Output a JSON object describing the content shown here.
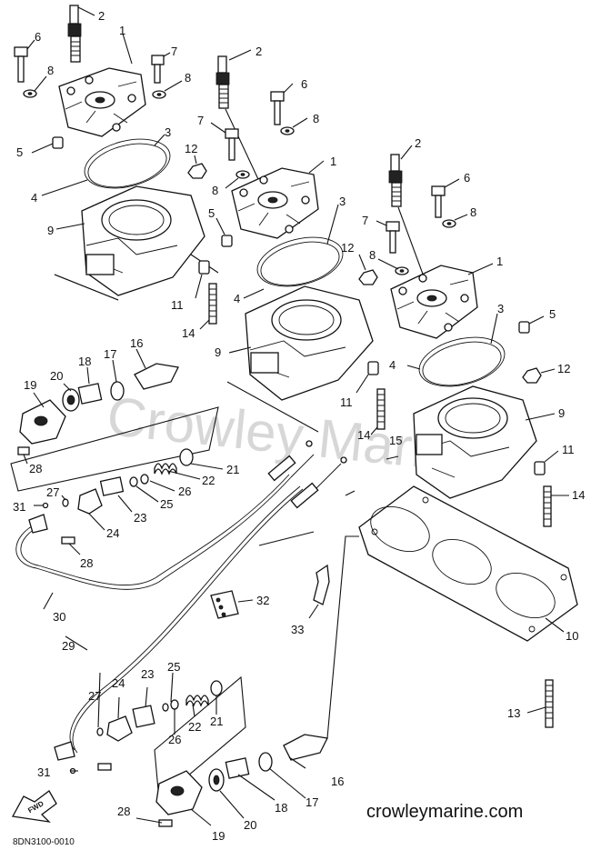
{
  "diagram": {
    "watermark": "Crowley Marine",
    "footer_brand": "crowleymarine.com",
    "diagram_code": "8DN3100-0010",
    "direction_arrow": "FWD",
    "icons": [
      "spark-plug-icon",
      "cylinder-head-icon",
      "cylinder-block-icon",
      "cable-icon",
      "gasket-icon",
      "stud-icon",
      "fwd-arrow-icon"
    ]
  },
  "callouts": [
    {
      "id": "c2a",
      "text": "2"
    },
    {
      "id": "c1a",
      "text": "1"
    },
    {
      "id": "c6a",
      "text": "6"
    },
    {
      "id": "c8a",
      "text": "8"
    },
    {
      "id": "c7a",
      "text": "7"
    },
    {
      "id": "c8b",
      "text": "8"
    },
    {
      "id": "c3a",
      "text": "3"
    },
    {
      "id": "c5a",
      "text": "5"
    },
    {
      "id": "c12a",
      "text": "12"
    },
    {
      "id": "c4a",
      "text": "4"
    },
    {
      "id": "c9a",
      "text": "9"
    },
    {
      "id": "c11a",
      "text": "11"
    },
    {
      "id": "c14a",
      "text": "14"
    },
    {
      "id": "c2b",
      "text": "2"
    },
    {
      "id": "c6b",
      "text": "6"
    },
    {
      "id": "c8c",
      "text": "8"
    },
    {
      "id": "c7b",
      "text": "7"
    },
    {
      "id": "c1b",
      "text": "1"
    },
    {
      "id": "c8d",
      "text": "8"
    },
    {
      "id": "c5b",
      "text": "5"
    },
    {
      "id": "c3b",
      "text": "3"
    },
    {
      "id": "c12b",
      "text": "12"
    },
    {
      "id": "c4b",
      "text": "4"
    },
    {
      "id": "c9b",
      "text": "9"
    },
    {
      "id": "c11b",
      "text": "11"
    },
    {
      "id": "c14b",
      "text": "14"
    },
    {
      "id": "c2c",
      "text": "2"
    },
    {
      "id": "c6c",
      "text": "6"
    },
    {
      "id": "c7c",
      "text": "7"
    },
    {
      "id": "c8e",
      "text": "8"
    },
    {
      "id": "c8f",
      "text": "8"
    },
    {
      "id": "c1c",
      "text": "1"
    },
    {
      "id": "c3c",
      "text": "3"
    },
    {
      "id": "c5c",
      "text": "5"
    },
    {
      "id": "c4c",
      "text": "4"
    },
    {
      "id": "c12c",
      "text": "12"
    },
    {
      "id": "c9c",
      "text": "9"
    },
    {
      "id": "c15",
      "text": "15"
    },
    {
      "id": "c11c",
      "text": "11"
    },
    {
      "id": "c14c",
      "text": "14"
    },
    {
      "id": "c10",
      "text": "10"
    },
    {
      "id": "c13",
      "text": "13"
    },
    {
      "id": "c19a",
      "text": "19"
    },
    {
      "id": "c20a",
      "text": "20"
    },
    {
      "id": "c18a",
      "text": "18"
    },
    {
      "id": "c17a",
      "text": "17"
    },
    {
      "id": "c16a",
      "text": "16"
    },
    {
      "id": "c28a",
      "text": "28"
    },
    {
      "id": "c21a",
      "text": "21"
    },
    {
      "id": "c22a",
      "text": "22"
    },
    {
      "id": "c26a",
      "text": "26"
    },
    {
      "id": "c27a",
      "text": "27"
    },
    {
      "id": "c25a",
      "text": "25"
    },
    {
      "id": "c23a",
      "text": "23"
    },
    {
      "id": "c31a",
      "text": "31"
    },
    {
      "id": "c24a",
      "text": "24"
    },
    {
      "id": "c28b",
      "text": "28"
    },
    {
      "id": "c30",
      "text": "30"
    },
    {
      "id": "c32",
      "text": "32"
    },
    {
      "id": "c33",
      "text": "33"
    },
    {
      "id": "c29",
      "text": "29"
    },
    {
      "id": "c25b",
      "text": "25"
    },
    {
      "id": "c24b",
      "text": "24"
    },
    {
      "id": "c23b",
      "text": "23"
    },
    {
      "id": "c27b",
      "text": "27"
    },
    {
      "id": "c22b",
      "text": "22"
    },
    {
      "id": "c21b",
      "text": "21"
    },
    {
      "id": "c26b",
      "text": "26"
    },
    {
      "id": "c31b",
      "text": "31"
    },
    {
      "id": "c16b",
      "text": "16"
    },
    {
      "id": "c17b",
      "text": "17"
    },
    {
      "id": "c18b",
      "text": "18"
    },
    {
      "id": "c28c",
      "text": "28"
    },
    {
      "id": "c20b",
      "text": "20"
    },
    {
      "id": "c19b",
      "text": "19"
    }
  ]
}
